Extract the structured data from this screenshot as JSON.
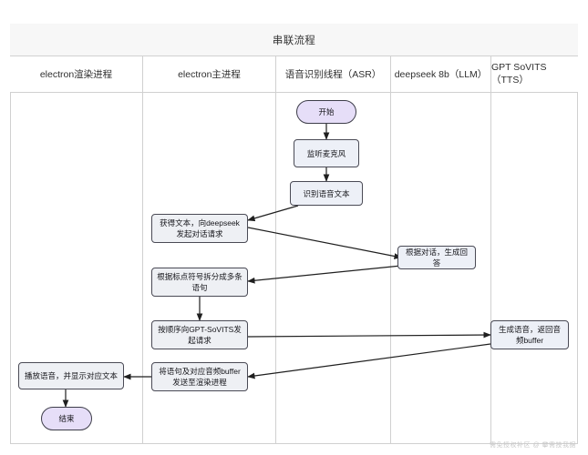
{
  "diagram": {
    "title": "串联流程",
    "type": "swimlane-flowchart",
    "watermark": "需免授权补区 @ 攀需技我据"
  },
  "lanes": [
    {
      "id": "renderer",
      "label": "electron渲染进程"
    },
    {
      "id": "main",
      "label": "electron主进程"
    },
    {
      "id": "asr",
      "label": "语音识别线程（ASR）"
    },
    {
      "id": "llm",
      "label": "deepseek 8b（LLM）"
    },
    {
      "id": "tts",
      "label": "GPT SoVITS（TTS）"
    }
  ],
  "nodes": {
    "start": "开始",
    "listen_mic": "监听麦克风",
    "recognize_text": "识别语音文本",
    "request_deepseek": "获得文本，向deepseek发起对话请求",
    "llm_answer": "根据对话，生成回答",
    "split_sentences": "根据标点符号拆分成多条语句",
    "request_sovits": "按顺序向GPT-SoVITS发起请求",
    "tts_generate": "生成语音，返回音频buffer",
    "send_to_renderer": "将语句及对应音频buffer发送至渲染进程",
    "play_audio": "播放语音，并显示对应文本",
    "end": "结束"
  },
  "colors": {
    "terminal_fill": "#e6def8",
    "process_fill": "#edf0f7",
    "node_stroke": "#4a4a55",
    "lane_border": "#d0d0d0",
    "title_bg": "#f7f7f7",
    "edge": "#1f1f1f"
  }
}
